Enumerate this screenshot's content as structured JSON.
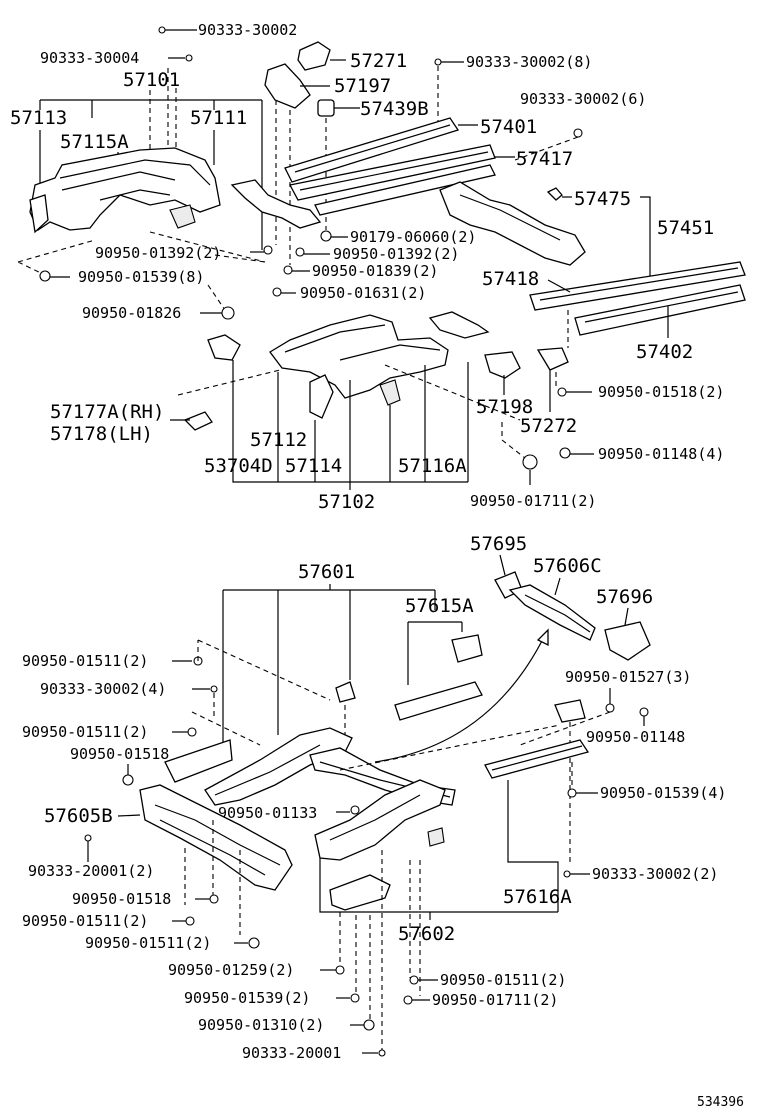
{
  "upper": {
    "p57101": "57101",
    "p57113": "57113",
    "p57115A": "57115A",
    "p57111": "57111",
    "p57271": "57271",
    "p57197": "57197",
    "p57439B": "57439B",
    "p57401": "57401",
    "p57417": "57417",
    "p57475": "57475",
    "p57451": "57451",
    "p57418": "57418",
    "p57402": "57402",
    "p57177A": "57177A(RH)",
    "p57178": "57178(LH)",
    "p57112": "57112",
    "p53704D": "53704D",
    "p57114": "57114",
    "p57116A": "57116A",
    "p57102": "57102",
    "p57198": "57198",
    "p57272": "57272",
    "h_90333_30002": "90333-30002",
    "h_90333_30004": "90333-30004",
    "h_90333_30002_8": "90333-30002(8)",
    "h_90333_30002_6": "90333-30002(6)",
    "h_90950_01392_2a": "90950-01392(2)",
    "h_90179_06060_2": "90179-06060(2)",
    "h_90950_01392_2b": "90950-01392(2)",
    "h_90950_01839_2": "90950-01839(2)",
    "h_90950_01539_8": "90950-01539(8)",
    "h_90950_01631_2": "90950-01631(2)",
    "h_90950_01826": "90950-01826",
    "h_90950_01518_2": "90950-01518(2)",
    "h_90950_01148_4": "90950-01148(4)",
    "h_90950_01711_2": "90950-01711(2)"
  },
  "lower": {
    "p57695": "57695",
    "p57601": "57601",
    "p57606C": "57606C",
    "p57615A": "57615A",
    "p57696": "57696",
    "p57605B": "57605B",
    "p57616A": "57616A",
    "p57602": "57602",
    "h_90950_01511_2a": "90950-01511(2)",
    "h_90333_30002_4": "90333-30002(4)",
    "h_90950_01511_2b": "90950-01511(2)",
    "h_90950_01518": "90950-01518",
    "h_90950_01527_3": "90950-01527(3)",
    "h_90950_01148": "90950-01148",
    "h_90950_01133": "90950-01133",
    "h_90950_01539_4": "90950-01539(4)",
    "h_90333_20001_2": "90333-20001(2)",
    "h_90333_30002_2": "90333-30002(2)",
    "h_90950_01518b": "90950-01518",
    "h_90950_01511_2c": "90950-01511(2)",
    "h_90950_01511_2d": "90950-01511(2)",
    "h_90950_01259_2": "90950-01259(2)",
    "h_90950_01511_2e": "90950-01511(2)",
    "h_90950_01539_2": "90950-01539(2)",
    "h_90950_01711_2b": "90950-01711(2)",
    "h_90950_01310_2": "90950-01310(2)",
    "h_90333_20001": "90333-20001"
  },
  "footer": {
    "ref": "534396"
  }
}
